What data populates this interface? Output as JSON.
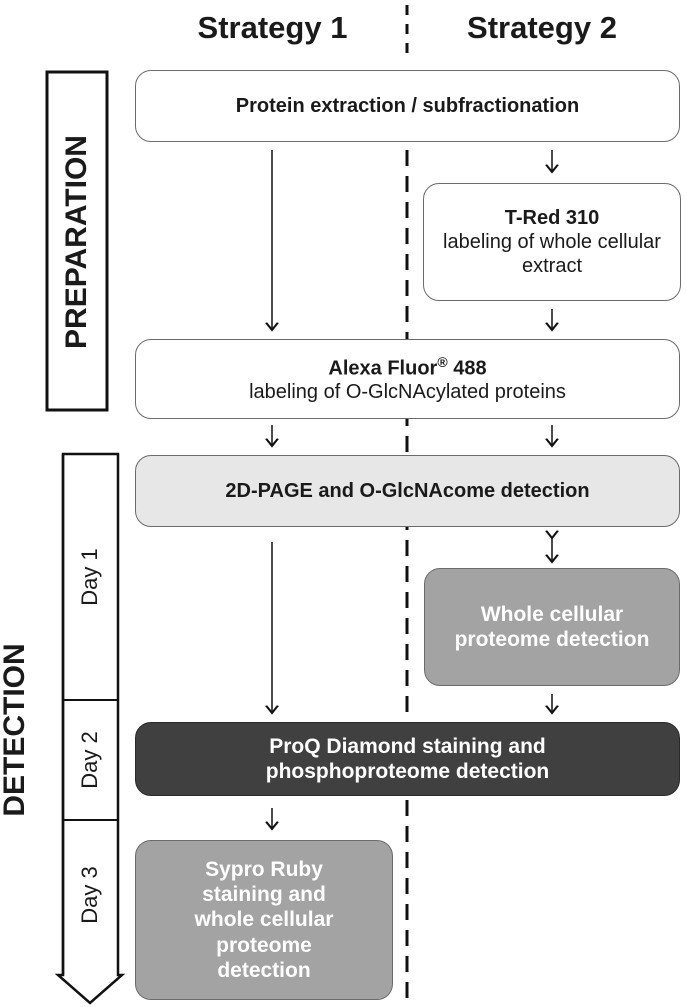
{
  "headers": {
    "strategy1": "Strategy 1",
    "strategy2": "Strategy 2"
  },
  "phases": {
    "preparation": "PREPARATION",
    "detection": "DETECTION"
  },
  "days": [
    "Day 1",
    "Day 2",
    "Day 3"
  ],
  "steps": {
    "extraction": "Protein extraction / subfractionation",
    "tred_title": "T-Red 310",
    "tred_desc": "labeling of whole cellular extract",
    "alexa_title": "Alexa Fluor",
    "alexa_sup": "®",
    "alexa_num": "488",
    "alexa_desc": "labeling of O-GlcNAcylated proteins",
    "page2d": "2D-PAGE and O-GlcNAcome detection",
    "whole_proteome": "Whole cellular proteome detection",
    "proq": "ProQ Diamond staining and phosphoproteome detection",
    "sypro": "Sypro Ruby staining and whole cellular proteome detection"
  },
  "colors": {
    "box_white": "#ffffff",
    "box_lightgray": "#e7e7e7",
    "box_medgray": "#a3a3a3",
    "box_dark": "#404040"
  }
}
